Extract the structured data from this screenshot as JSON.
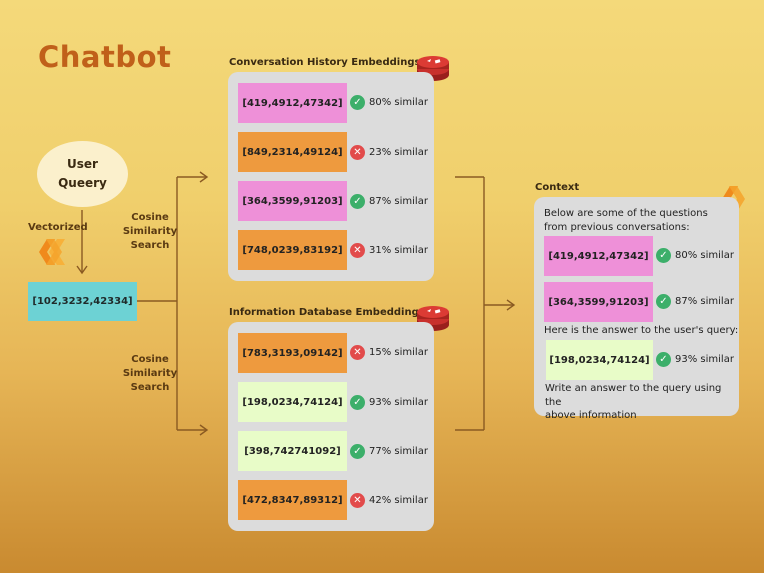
{
  "title": "Chatbot",
  "user_query": {
    "line1": "User",
    "line2": "Queery"
  },
  "vectorized_label": "Vectorized",
  "query_vector": "[102,3232,42334]",
  "cosine_label_top": {
    "l1": "Cosine",
    "l2": "Similarity",
    "l3": "Search"
  },
  "cosine_label_bottom": {
    "l1": "Cosine",
    "l2": "Similarity",
    "l3": "Search"
  },
  "conversation_panel": {
    "title": "Conversation History Embeddings",
    "rows": [
      {
        "vector": "[419,4912,47342]",
        "status": "ok",
        "similarity": "80% similar",
        "color": "pink"
      },
      {
        "vector": "[849,2314,49124]",
        "status": "bad",
        "similarity": "23% similar",
        "color": "orange"
      },
      {
        "vector": "[364,3599,91203]",
        "status": "ok",
        "similarity": "87% similar",
        "color": "pink"
      },
      {
        "vector": "[748,0239,83192]",
        "status": "bad",
        "similarity": "31% similar",
        "color": "orange"
      }
    ]
  },
  "database_panel": {
    "title": "Information Database Embeddings",
    "rows": [
      {
        "vector": "[783,3193,09142]",
        "status": "bad",
        "similarity": "15% similar",
        "color": "orange"
      },
      {
        "vector": "[198,0234,74124]",
        "status": "ok",
        "similarity": "93% similar",
        "color": "green"
      },
      {
        "vector": "[398,742741092]",
        "status": "ok",
        "similarity": "77% similar",
        "color": "green"
      },
      {
        "vector": "[472,8347,89312]",
        "status": "bad",
        "similarity": "42% similar",
        "color": "orange"
      }
    ]
  },
  "context": {
    "title": "Context",
    "intro_l1": "Below are some of the questions",
    "intro_l2": "from previous conversations:",
    "rows": [
      {
        "vector": "[419,4912,47342]",
        "similarity": "80% similar"
      },
      {
        "vector": "[364,3599,91203]",
        "similarity": "87% similar"
      }
    ],
    "answer_intro": "Here is the answer to the user's query:",
    "answer_row": {
      "vector": "[198,0234,74124]",
      "similarity": "93% similar"
    },
    "outro_l1": "Write an answer to the query using the",
    "outro_l2": "above information"
  },
  "colors": {
    "pink": "#ee90d8",
    "orange": "#ee9a3e",
    "green": "#e8fcc8",
    "teal": "#6dd2d4",
    "title": "#c0601a",
    "check": "#3caf6a",
    "cross": "#e24b4b",
    "redis": "#c8302c"
  },
  "icons": [
    "redis-icon",
    "vector-model-icon",
    "check-icon",
    "cross-icon"
  ]
}
